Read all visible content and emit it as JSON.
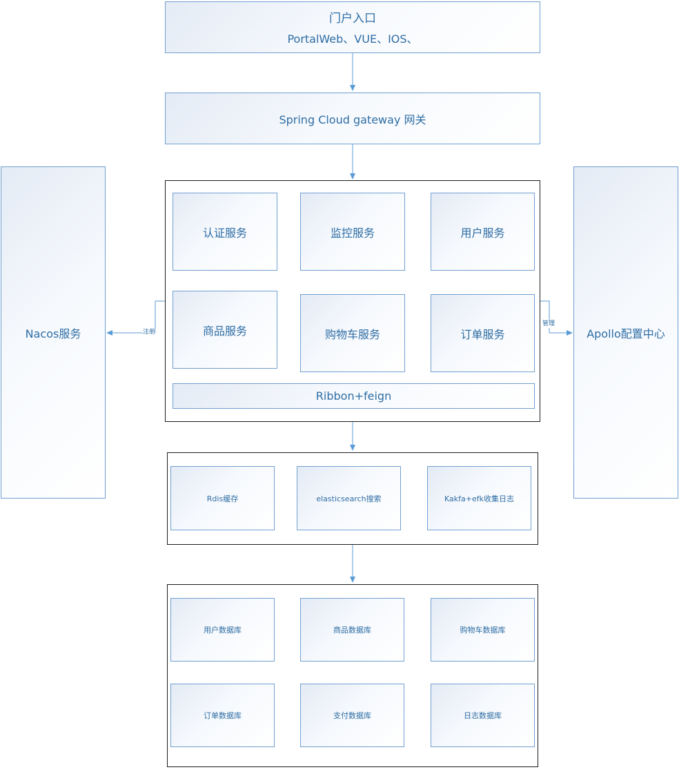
{
  "portal": {
    "title": "门户入口",
    "subtitle": "PortalWeb、VUE、IOS、"
  },
  "gateway": {
    "label": "Spring Cloud gateway 网关"
  },
  "nacos": {
    "label": "Nacos服务"
  },
  "apollo": {
    "label": "Apollo配置中心"
  },
  "edges": {
    "register_label": "注册",
    "manage_label": "管理"
  },
  "services": {
    "auth": "认证服务",
    "monitor": "监控服务",
    "user": "用户服务",
    "product": "商品服务",
    "cart": "购物车服务",
    "order": "订单服务",
    "ribbon": "Ribbon+feign"
  },
  "middleware": {
    "redis": "Rdis缓存",
    "es": "elasticsearch搜索",
    "kafka": "Kakfa+efk收集日志"
  },
  "databases": {
    "user_db": "用户数据库",
    "product_db": "商品数据库",
    "cart_db": "购物车数据库",
    "order_db": "订单数据库",
    "pay_db": "支付数据库",
    "log_db": "日志数据库"
  },
  "colors": {
    "node_border": "#6f9fd0",
    "text": "#2e6da4",
    "edge": "#5b9bd5",
    "group_border": "#1a1a1a"
  }
}
